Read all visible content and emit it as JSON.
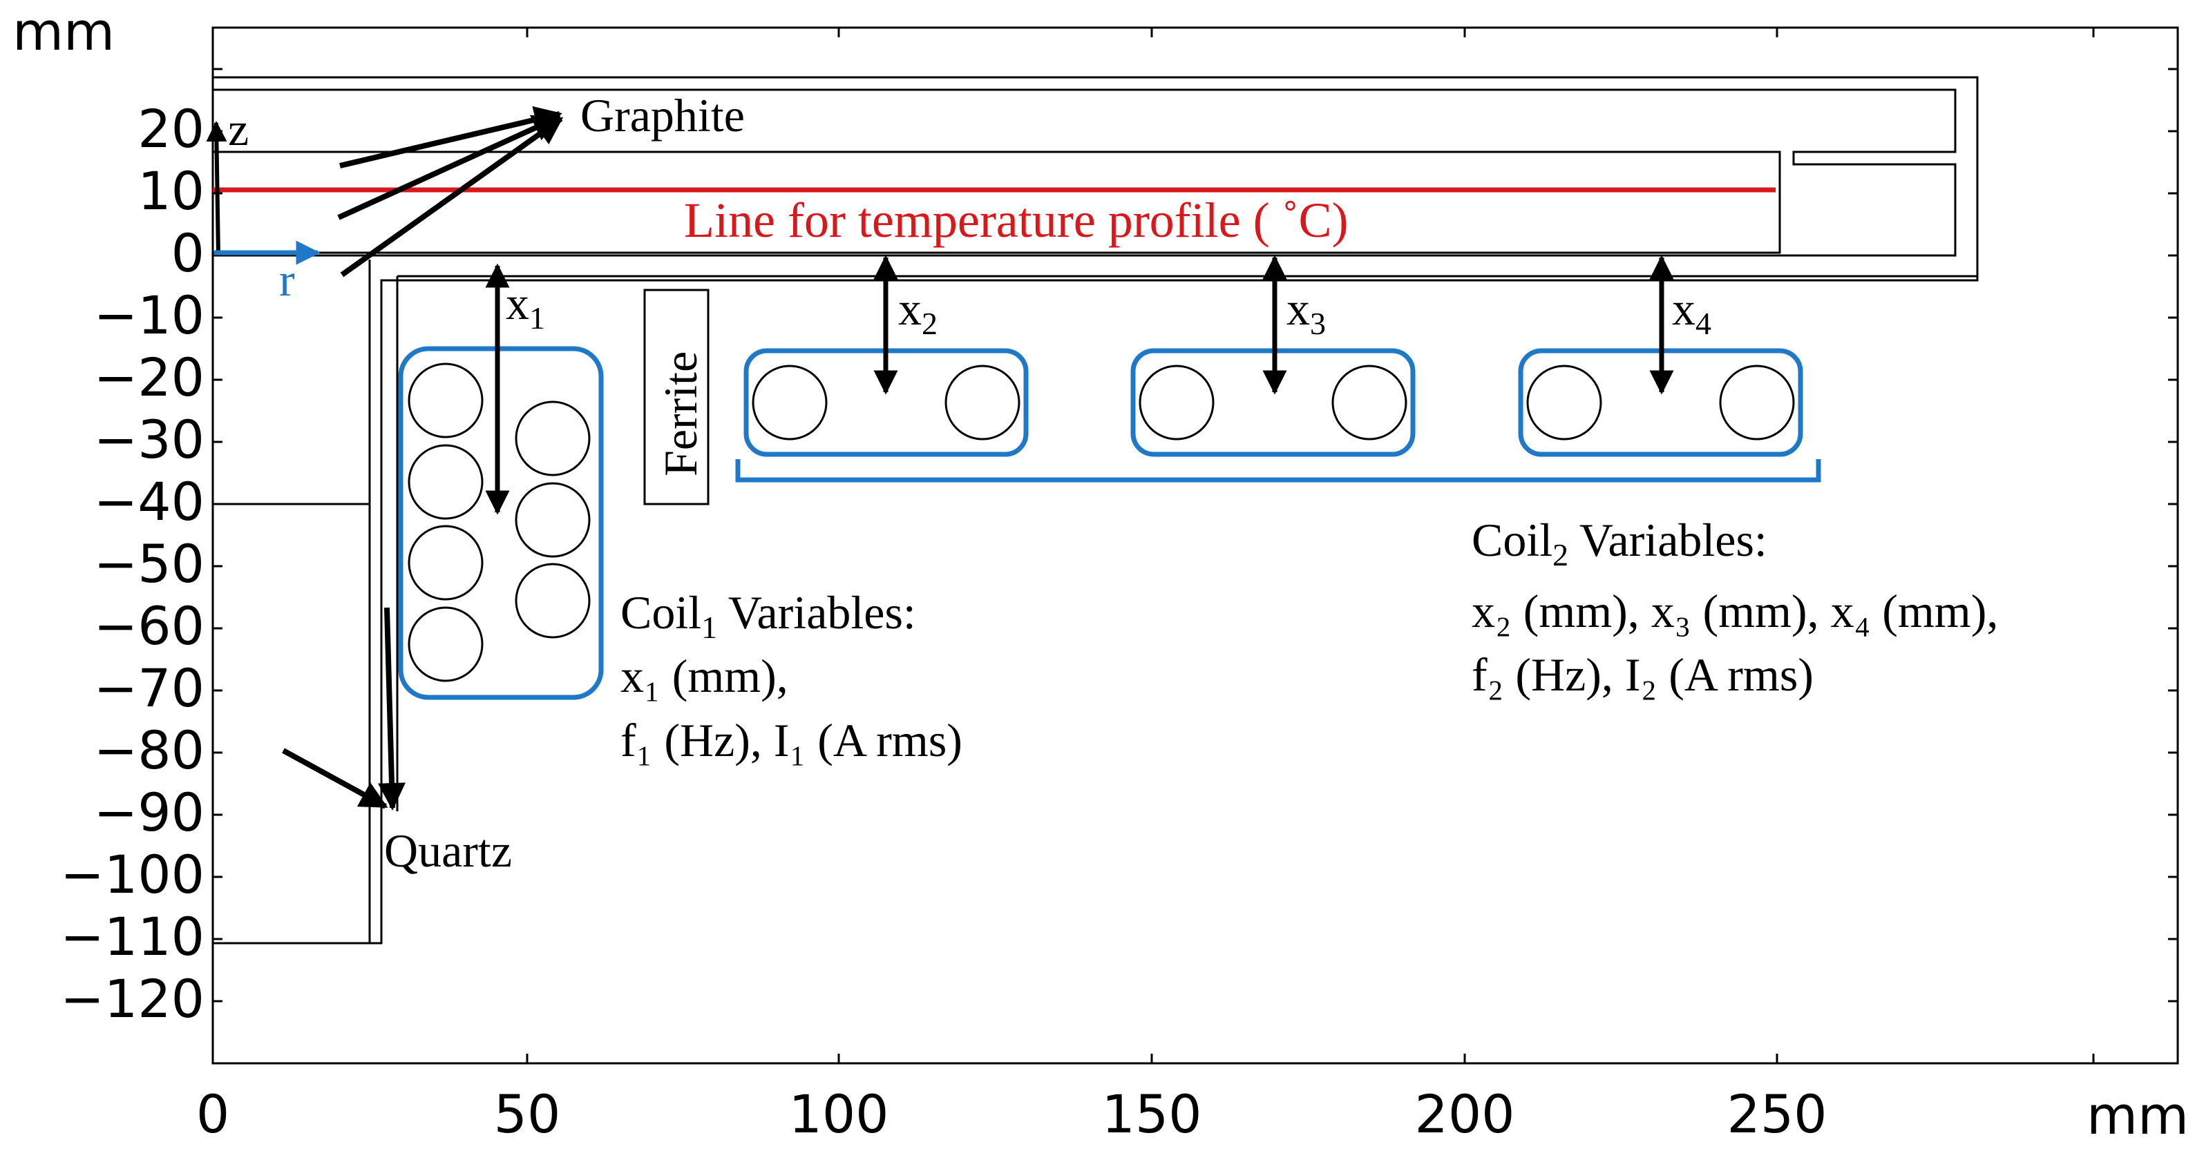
{
  "axes": {
    "y_unit": "mm",
    "x_unit": "mm",
    "y_ticks": [
      "20",
      "10",
      "0",
      "−10",
      "−20",
      "−30",
      "−40",
      "−50",
      "−60",
      "−70",
      "−80",
      "−90",
      "−100",
      "−110",
      "−120"
    ],
    "x_ticks": [
      "0",
      "50",
      "100",
      "150",
      "200",
      "250"
    ]
  },
  "labels": {
    "graphite": "Graphite",
    "quartz": "Quartz",
    "ferrite": "Ferrite",
    "temp_line": "Line for temperature profile ( ˚C)",
    "z_axis": "z",
    "r_axis": "r",
    "x1": {
      "base": "x",
      "sub": "1"
    },
    "x2": {
      "base": "x",
      "sub": "2"
    },
    "x3": {
      "base": "x",
      "sub": "3"
    },
    "x4": {
      "base": "x",
      "sub": "4"
    }
  },
  "coil1": {
    "title_base": "Coil",
    "title_sub": "1",
    "title_rest": " Variables:",
    "line2": "x₁ (mm),",
    "line3": "f₁ (Hz), I₁ (A rms)"
  },
  "coil2": {
    "title_base": "Coil",
    "title_sub": "2",
    "title_rest": " Variables:",
    "line2": "x₂ (mm), x₃ (mm), x₄ (mm),",
    "line3": "f₂ (Hz), I₂ (A rms)"
  },
  "colors": {
    "coil_blue": "#1f78c8",
    "temp_red": "#d9181b",
    "axis_arrow_blue": "#1f78c8"
  }
}
